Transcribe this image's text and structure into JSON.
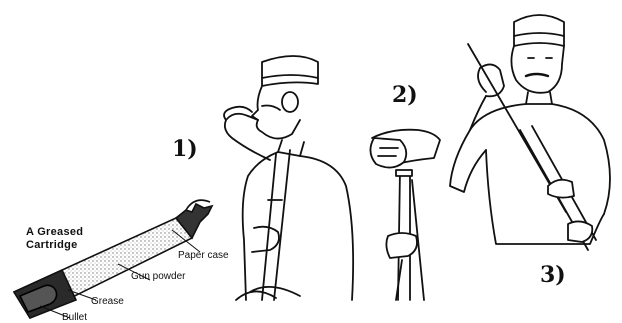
{
  "steps": {
    "one": "1)",
    "two": "2)",
    "three": "3)"
  },
  "cartridge": {
    "title_line1": "A Greased",
    "title_line2": "Cartridge",
    "labels": {
      "paper_case": "Paper case",
      "gun_powder": "Gun powder",
      "grease": "Grease",
      "bullet": "Bullet"
    }
  },
  "colors": {
    "ink": "#111111",
    "powder": "#8a8a8a",
    "grease": "#2a2a2a",
    "background": "#ffffff"
  }
}
